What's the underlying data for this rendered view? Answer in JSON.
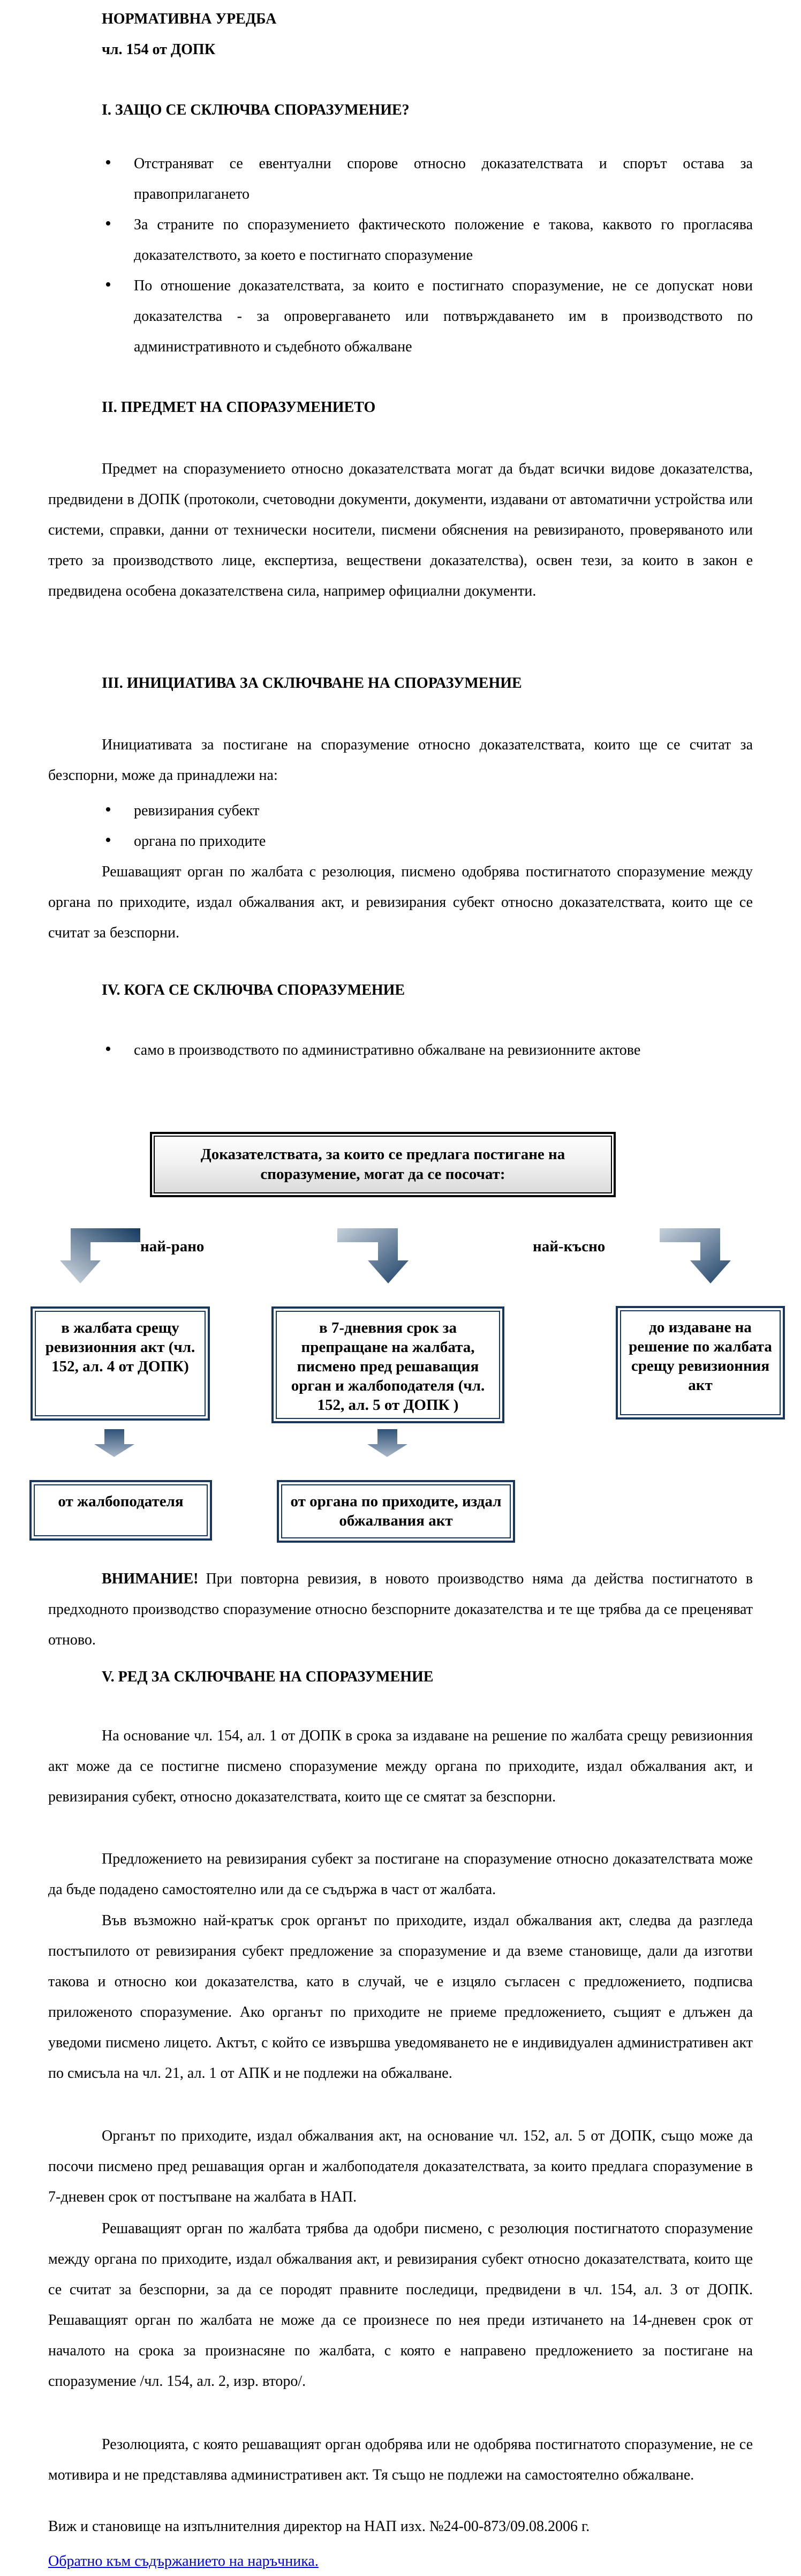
{
  "ui": {
    "bullet": "•"
  },
  "colors": {
    "accent": "#17365d",
    "link_blue": "#0000ee",
    "text": "#000000"
  },
  "page": {
    "title_line1": "НОРМАТИВНА УРЕДБА",
    "title_line2": "чл. 154 от ДОПК"
  },
  "section1": {
    "heading": "I. ЗАЩО СЕ СКЛЮЧВА СПОРАЗУМЕНИЕ?",
    "bullets": [
      "Отстраняват се евентуални спорове относно доказателствата и спорът остава за правоприлагането",
      "За страните по споразумението фактическото положение е такова, каквото го прогласява доказателството, за което е постигнато споразумение",
      "По отношение доказателствата, за които е постигнато споразумение, не се допускат нови доказателства - за опровергаването или потвърждаването им в производството по административното и съдебното обжалване"
    ]
  },
  "section2": {
    "heading": "II. ПРЕДМЕТ НА СПОРАЗУМЕНИЕТО",
    "paragraph": "Предмет на споразумението относно доказателствата могат да бъдат всички видове доказателства, предвидени в ДОПК (протоколи, счетоводни документи, документи, издавани от автоматични устройства или системи, справки, данни от технически носители, писмени обяснения на ревизираното, проверяваното или трето за производството лице, експертиза, веществени доказателства), освен тези, за които в закон е предвидена особена доказателствена сила, например официални документи."
  },
  "section3": {
    "heading": "III. ИНИЦИАТИВА ЗА СКЛЮЧВАНЕ НА СПОРАЗУМЕНИЕ",
    "paragraph_intro": "Инициативата за постигане на споразумение относно доказателствата, които ще се считат за безспорни, може да принадлежи на:",
    "bullets": [
      "ревизирания субект",
      "органа по приходите"
    ],
    "paragraph_after": "Решаващият орган по жалбата с резолюция, писмено одобрява постигнатото споразумение между органа по приходите, издал обжалвания акт, и ревизирания субект относно доказателствата, които ще се считат за безспорни."
  },
  "section4": {
    "heading": "IV. КОГА СЕ СКЛЮЧВА СПОРАЗУМЕНИЕ",
    "bullets": [
      "само в производството по административно обжалване на ревизионните актове"
    ]
  },
  "diagram": {
    "title": "Доказателствата, за които се предлага постигане на споразумение, могат да се посочат:",
    "label_earliest": "най-рано",
    "label_latest": "най-късно",
    "when_boxes": [
      "в жалбата срещу ревизионния акт (чл. 152, ал. 4 от ДОПК)",
      "в 7-дневния срок за препращане на жалбата, писмено  пред решаващия орган и жалбоподателя (чл. 152, ал. 5 от ДОПК )",
      "до издаване на решение по жалбата срещу ревизионния акт"
    ],
    "who_boxes": [
      "от жалбоподателя",
      "от органа по приходите, издал обжалвания акт"
    ]
  },
  "attention": {
    "label": "ВНИМАНИЕ!",
    "text": "При повторна ревизия, в новото производство няма да действа постигнатото в предходното производство споразумение относно безспорните доказателства и те ще трябва да се преценяват отново."
  },
  "section5": {
    "heading": "V. РЕД ЗА СКЛЮЧВАНЕ НА СПОРАЗУМЕНИЕ",
    "paragraphs": [
      "На основание чл. 154, ал. 1 от ДОПК в срока за издаване на решение по жалбата срещу ревизионния акт може да се постигне писмено споразумение между органа по приходите, издал обжалвания акт, и ревизирания субект, относно доказателствата, които ще се смятат за безспорни.",
      "Предложението на ревизирания субект за постигане на споразумение относно доказателствата може да бъде подадено самостоятелно или да се съдържа в част от жалбата.",
      "Във възможно най-кратък срок органът по приходите, издал обжалвания акт, следва да разгледа постъпилото от ревизирания субект предложение за споразумение и да вземе становище, дали да изготви такова и относно кои доказателства, като в случай, че е изцяло съгласен с предложението, подписва приложеното споразумение. Ако органът по приходите не приеме предложението, същият е длъжен да уведоми писмено лицето. Актът, с който се извършва уведомяването не е индивидуален административен акт по смисъла на чл. 21, ал. 1 от АПК и не подлежи на обжалване.",
      "Органът по приходите, издал обжалвания акт, на основание чл. 152, ал. 5 от ДОПК, също може да посочи писмено пред решаващия орган и жалбоподателя доказателствата, за които предлага споразумение в 7-дневен срок от постъпване на жалбата в НАП.",
      "Решаващият орган по жалбата трябва да одобри писмено,  с резолюция постигнатото споразумение между органа по приходите, издал обжалвания акт, и ревизирания субект относно доказателствата, които ще се считат за безспорни, за да се породят правните последици, предвидени в чл. 154, ал. 3 от ДОПК. Решаващият орган по жалбата не може да се произнесе по нея преди изтичането на 14-дневен срок от началото на срока за произнасяне по жалбата, с която е направено предложението за постигане на споразумение /чл. 154, ал. 2, изр. второ/.",
      "Резолюцията, с която решаващият орган одобрява или не одобрява постигнатото споразумение, не се мотивира и не представлява административен акт. Тя също не подлежи на самостоятелно обжалване."
    ]
  },
  "footer": {
    "note": "Виж и становище на изпълнителния директор на НАП изх. №24-00-873/09.08.2006 г.",
    "link": "Обратно към съдържанието на наръчника."
  }
}
